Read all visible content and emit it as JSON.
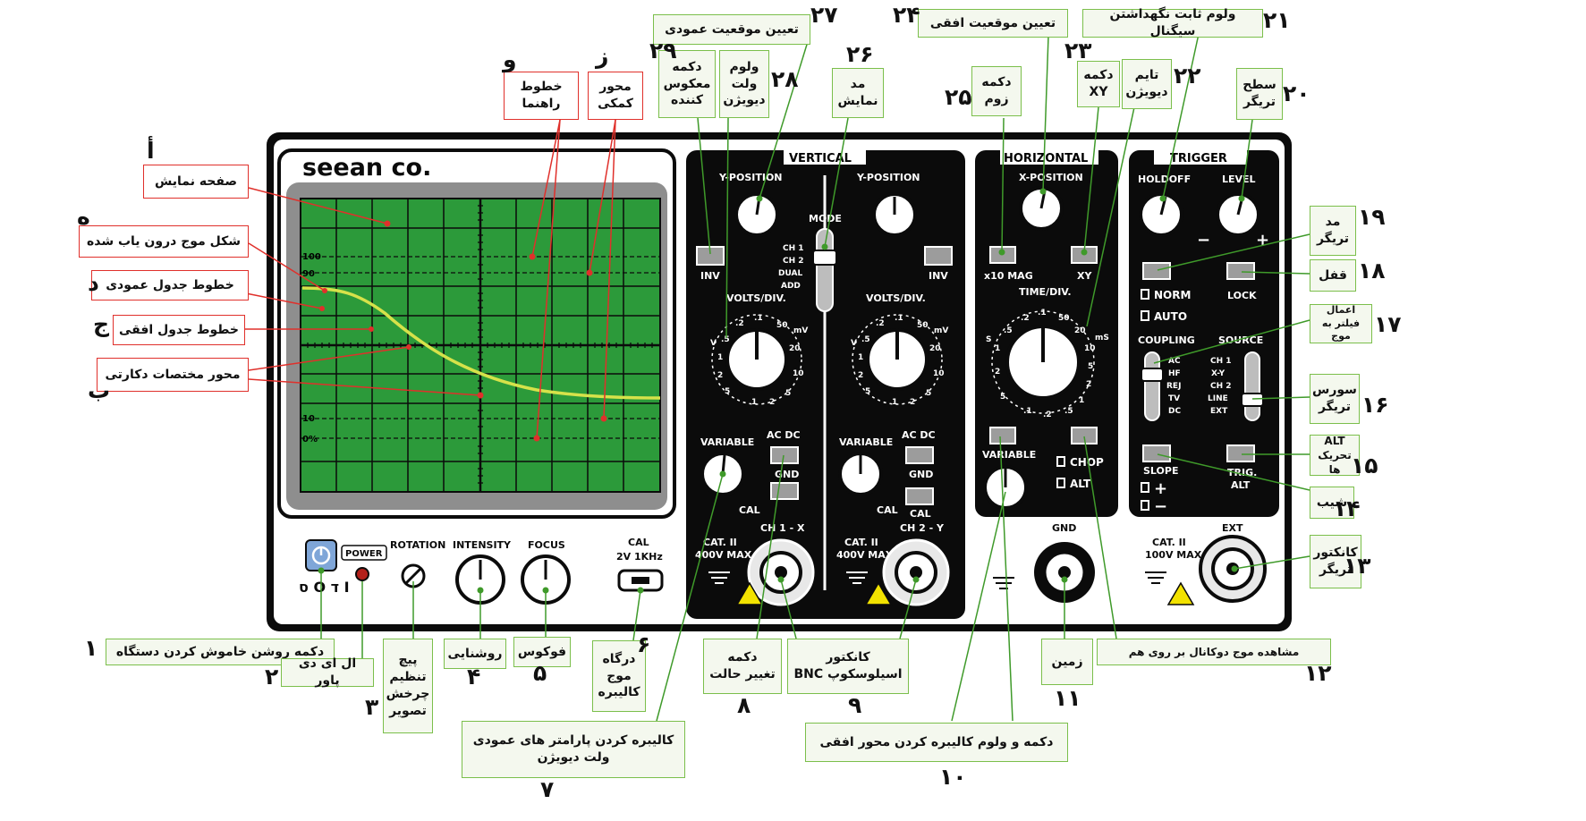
{
  "panel": {
    "brand": "seean co.",
    "sections": {
      "vertical": "VERTICAL",
      "horizontal": "HORIZONTAL",
      "trigger": "TRIGGER"
    },
    "graticule": {
      "l100": "100",
      "l90": "90",
      "l10": "10",
      "l0": "0%"
    },
    "power": {
      "label": "POWER",
      "onoff": "ס O ד I"
    },
    "bottom": {
      "rotation": "ROTATION",
      "intensity": "INTENSITY",
      "focus": "FOCUS",
      "cal": "CAL",
      "cal_spec": "2V  1KHz"
    },
    "vertical": {
      "ypos": "Y-POSITION",
      "mode": "MODE",
      "inv": "INV",
      "modes": [
        "CH 1",
        "CH 2",
        "DUAL",
        "ADD"
      ],
      "voltsdiv": "VOLTS/DIV.",
      "v_scale": [
        ".5",
        ".2",
        ".1",
        "50",
        "20",
        "10",
        "5",
        "2",
        "1",
        "5",
        "2",
        "1",
        "V",
        "mV"
      ],
      "variable": "VARIABLE",
      "cal": "CAL",
      "acdc": "AC  DC",
      "gnd": "GND",
      "cat": "CAT. II",
      "max": "400V MAX",
      "ch1": "CH 1 - X",
      "ch2": "CH 2 - Y"
    },
    "horizontal": {
      "xpos": "X-POSITION",
      "x10": "x10 MAG",
      "xy": "XY",
      "timediv": "TIME/DIV.",
      "t_scale": [
        ".2",
        ".1",
        "50",
        "20",
        "10",
        "5",
        "2",
        "1",
        ".5",
        ".2",
        ".1",
        ".5",
        "1",
        "2",
        "5",
        "S",
        "mS"
      ],
      "variable": "VARIABLE",
      "chop": "CHOP",
      "alt": "ALT",
      "gnd": "GND"
    },
    "trigger": {
      "holdoff": "HOLDOFF",
      "level": "LEVEL",
      "minus": "−",
      "plus": "+",
      "norm": "NORM",
      "auto": "AUTO",
      "lock": "LOCK",
      "coupling": "COUPLING",
      "source": "SOURCE",
      "coupling_opts": [
        "AC",
        "HF",
        "REJ",
        "TV",
        "DC"
      ],
      "source_opts": [
        "CH 1",
        "X-Y",
        "CH 2",
        "LINE",
        "EXT"
      ],
      "slope": "SLOPE",
      "slope_plus": "+",
      "slope_minus": "−",
      "trigalt": "TRIG.\nALT",
      "cat": "CAT. II",
      "max": "100V MAX",
      "ext": "EXT"
    }
  },
  "callouts": {
    "c27": "تعیین موقعیت عمودی",
    "c24": "تعیین موقعیت افقی",
    "c21": "ولوم ثابت نگهداشتن سیگنال",
    "c29": "دکمه\nمعکوس\nکننده",
    "c28": "ولوم\nولت\nدیویژن",
    "c26": "مد\nنمایش",
    "c25": "دکمه\nزوم",
    "c23": "دکمه\nXY",
    "c22": "تایم\nدیویژن",
    "c20": "سطح\nتریگر",
    "cw": "خطوط\nراهنما",
    "cz": "محور\nکمکی",
    "ca": "صفحه نمایش",
    "ch": "شکل موج درون یاب شده",
    "cd": "خطوط جدول عمودی",
    "cj": "خطوط جدول افقی",
    "cb": "محور مختصات دکارتی",
    "c19": "مد\nتریگر",
    "c18": "قفل",
    "c17": "اعمال\nفیلتر به موج",
    "c16": "سورس\nتریگر",
    "c15": "ALT\nتحریک ها",
    "c14": "شیب",
    "c13": "کانکتور\nتریگر",
    "c1": "دکمه روشن خاموش کردن دستگاه",
    "c2": "ال ای دی پاور",
    "c3": "پیچ\nتنظیم\nچرخش\nتصویر",
    "c4": "روشنایی",
    "c5": "فوکوس",
    "c6": "درگاه\nموج\nکالیبره",
    "c7": "کالیبره کردن پارامتر های عمودی\nولت دیویژن",
    "c8": "دکمه\nتغییر حالت",
    "c9": "کانکتور\nاسیلوسکوپ BNC",
    "c11": "زمین",
    "c12": "مشاهده موج دوکانال بر روی هم",
    "c10": "دکمه و ولوم کالیبره کردن محور افقی"
  },
  "numbers": {
    "n27": "۲۷",
    "n24": "۲۴",
    "n21": "۲۱",
    "n29": "۲۹",
    "n28": "۲۸",
    "n26": "۲۶",
    "n25": "۲۵",
    "n23": "۲۳",
    "n22": "۲۲",
    "n20": "۲۰",
    "nw": "و",
    "nz": "ز",
    "na": "أ",
    "nh": "ه",
    "nd": "د",
    "nj": "ج",
    "nb": "ب",
    "n19": "۱۹",
    "n18": "۱۸",
    "n17": "۱۷",
    "n16": "۱۶",
    "n15": "۱۵",
    "n14": "۱۴",
    "n13": "۱۳",
    "n1": "۱",
    "n2": "۲",
    "n3": "۳",
    "n4": "۴",
    "n5": "۵",
    "n6": "۶",
    "n7": "۷",
    "n8": "۸",
    "n9": "۹",
    "n11": "۱۱",
    "n12": "۱۲",
    "n10": "۱۰"
  },
  "colors": {
    "screen": "#2c9a3a",
    "accent_green": "#7bbf4b",
    "accent_red": "#e0302b",
    "panel": "#0b0b0b",
    "trace": "#d6e24a"
  }
}
